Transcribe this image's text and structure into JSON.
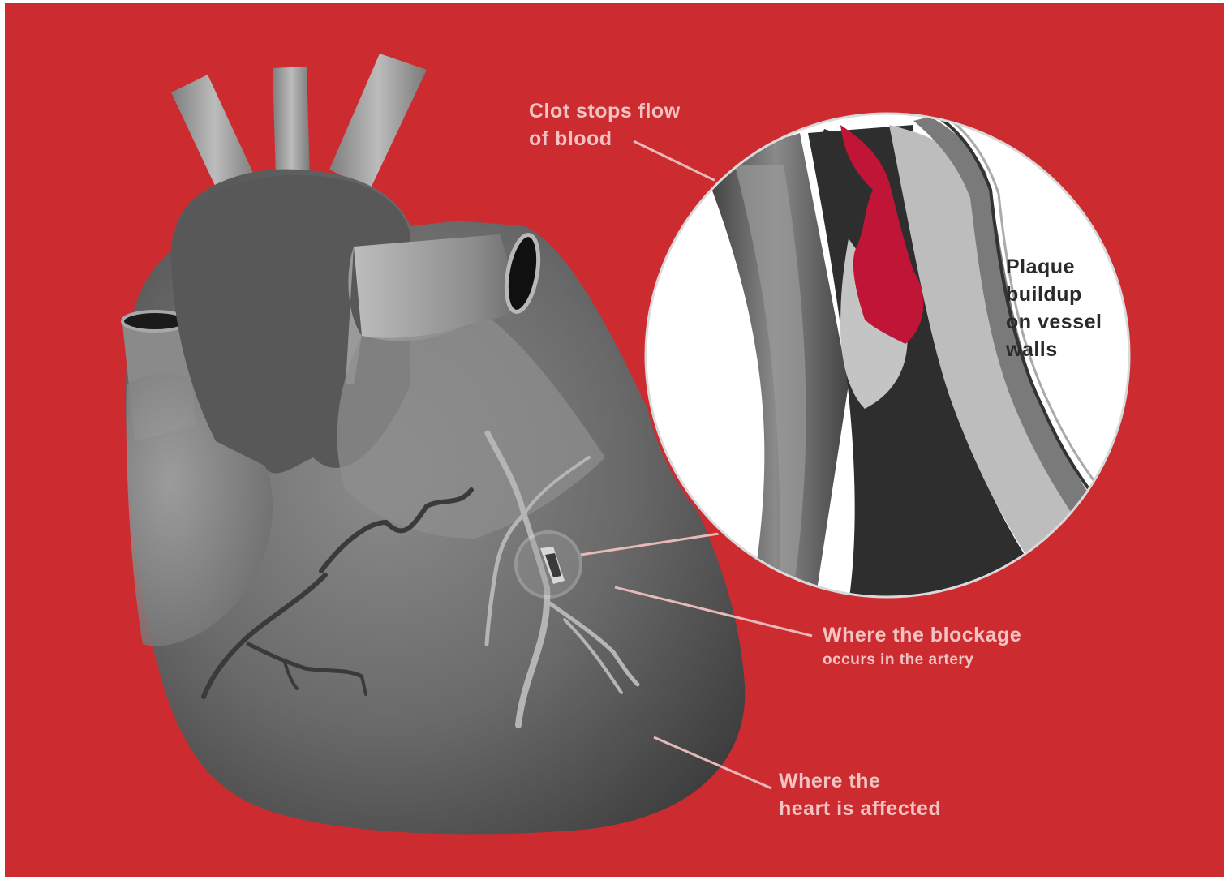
{
  "labels": {
    "clot": [
      "Clot stops flow",
      "of blood"
    ],
    "plaque": [
      "Plaque",
      "buildup",
      "on vessel",
      "walls"
    ],
    "blockage": [
      "Where the blockage",
      "occurs in the artery"
    ],
    "affected": [
      "Where the",
      "heart is affected"
    ]
  },
  "colors": {
    "background": "#cc2c30",
    "clot": "#c01537",
    "label_text": "#f2c3c3",
    "magnified_background": "#ffffff"
  }
}
